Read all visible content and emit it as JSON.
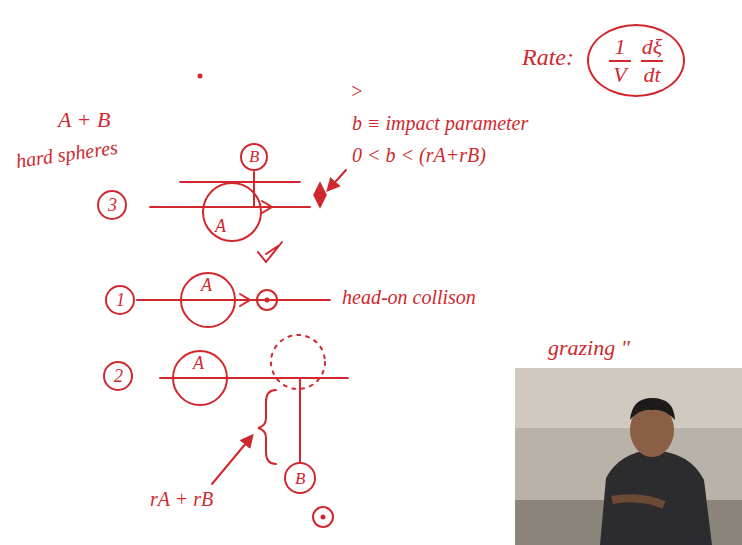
{
  "diagram": {
    "nodes": [
      {
        "text": [
          "1",
          "V",
          "dξ",
          "dt"
        ]
      },
      {
        "text": [
          "B"
        ]
      },
      {
        "text": [
          "3"
        ]
      },
      {
        "text": [
          "A"
        ]
      },
      {
        "text": [
          "1"
        ]
      },
      {
        "text": [
          "A"
        ]
      },
      {
        "text": [
          "2"
        ]
      },
      {
        "text": [
          "A"
        ]
      },
      {
        "text": [
          "B"
        ]
      }
    ],
    "labels": [
      "Rate:",
      ">",
      "A + B",
      "hard spheres",
      "b ≡ impact parameter",
      "0 < b < (rA+rB)",
      "head-on collison",
      "grazing \"",
      "rA + rB"
    ]
  }
}
